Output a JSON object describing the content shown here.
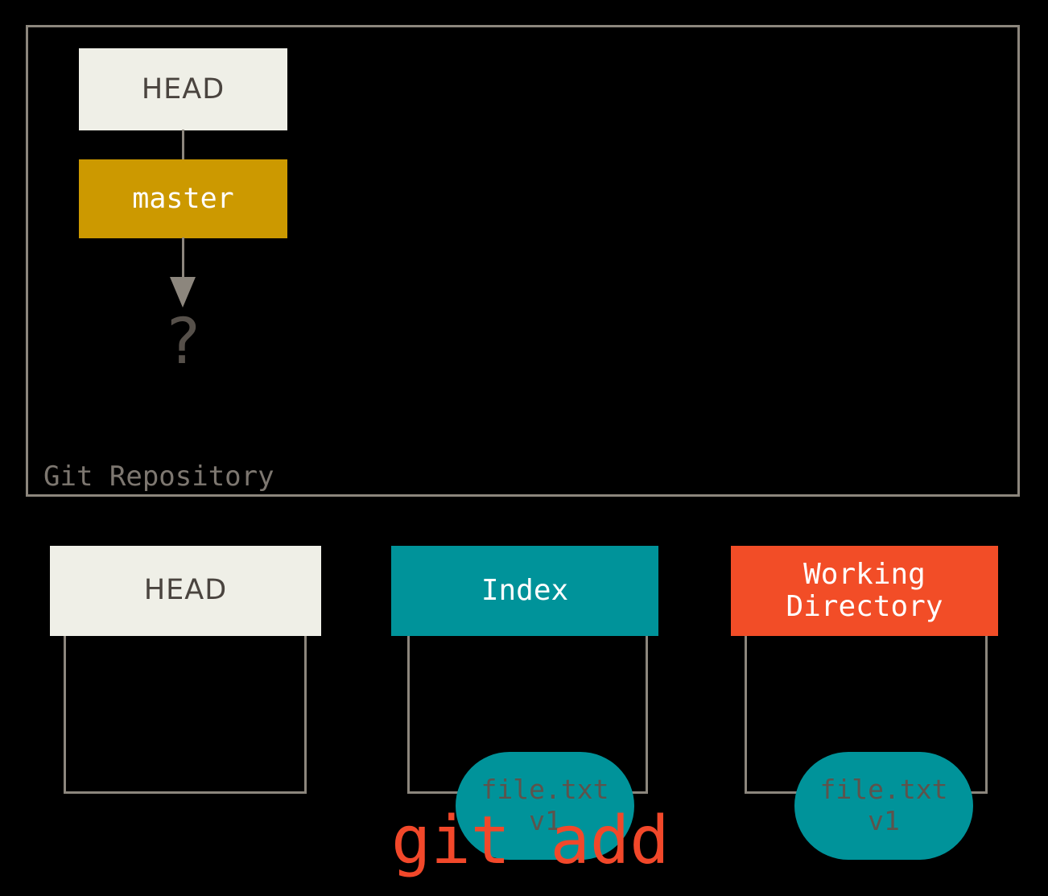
{
  "diagram": {
    "title": "git add",
    "repository": {
      "label": "Git Repository",
      "nodes": [
        {
          "id": "head",
          "label": "HEAD",
          "type": "pointer-box",
          "color": "#efefe7"
        },
        {
          "id": "master",
          "label": "master",
          "type": "branch-box",
          "color": "#cc9900"
        },
        {
          "id": "unknown-commit",
          "label": "?",
          "type": "placeholder",
          "color": "#56504a"
        }
      ],
      "edges": [
        {
          "from": "head",
          "to": "master",
          "arrow": false
        },
        {
          "from": "master",
          "to": "unknown-commit",
          "arrow": true
        }
      ]
    },
    "areas": [
      {
        "id": "head-area",
        "header": "HEAD",
        "header_color": "#efefe7",
        "header_text_color": "#4a443f",
        "contents": []
      },
      {
        "id": "index-area",
        "header": "Index",
        "header_color": "#00939a",
        "header_text_color": "#ffffff",
        "contents": [
          {
            "name": "file.txt",
            "version": "v1",
            "color": "#00939a"
          }
        ]
      },
      {
        "id": "working-directory-area",
        "header": "Working\nDirectory",
        "header_color": "#f24d27",
        "header_text_color": "#ffffff",
        "contents": [
          {
            "name": "file.txt",
            "version": "v1",
            "color": "#00939a"
          }
        ]
      }
    ],
    "caption": {
      "text": "git add",
      "color": "#f2482a"
    },
    "colors": {
      "background": "#000000",
      "stroke": "#8c867d",
      "cream": "#efefe7",
      "gold": "#cc9900",
      "teal": "#00939a",
      "orange": "#f24d27",
      "text_dark": "#4a443f"
    }
  }
}
